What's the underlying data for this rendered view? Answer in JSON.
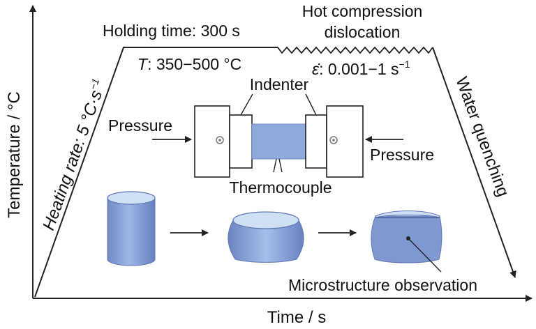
{
  "axes": {
    "x_label": "Time / s",
    "y_label": "Temperature / °C"
  },
  "annotations": {
    "heating_rate": "Heating rate: 5 °C·s",
    "heating_rate_exp": "−1",
    "holding_time": "Holding time: 300 s",
    "temperature_symbol": "T",
    "temperature_range": ": 350−500 °C",
    "hot_compression_line1": "Hot compression",
    "hot_compression_line2": "dislocation",
    "strain_rate_symbol": "ε̇",
    "strain_rate": ": 0.001−1 s",
    "strain_rate_exp": "−1",
    "water_quenching": "Water quenching"
  },
  "apparatus": {
    "indenter": "Indenter",
    "pressure_left": "Pressure",
    "pressure_right": "Pressure",
    "thermocouple": "Thermocouple"
  },
  "specimens": {
    "microstructure": "Microstructure observation"
  },
  "colors": {
    "specimen_fill": "#7f99d0",
    "specimen_light": "#a9c2e8",
    "specimen_top": "#cfe0f5",
    "line": "#222222"
  }
}
